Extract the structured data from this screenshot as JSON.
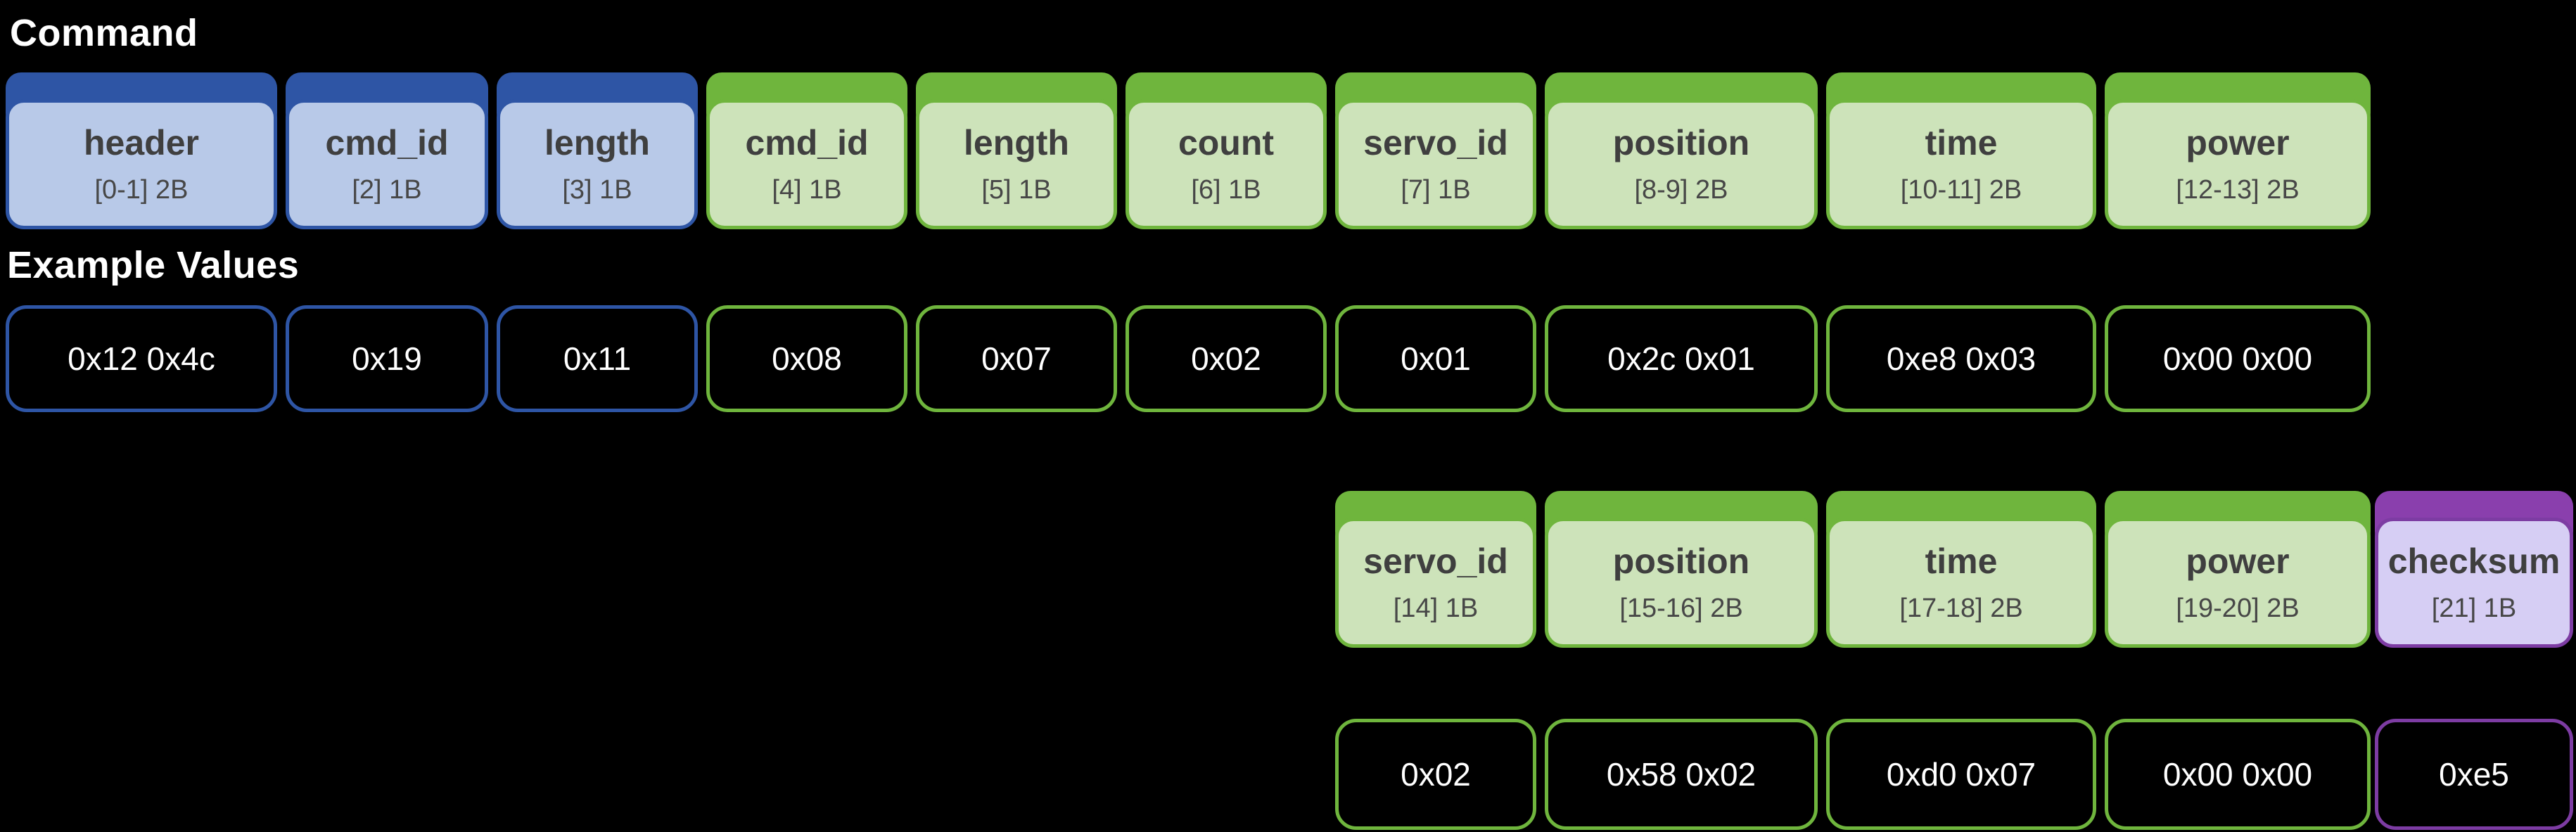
{
  "title": "Command",
  "example_values_label": "Example Values",
  "colors": {
    "background": "#000000",
    "title_text": "#ffffff",
    "field_name_text": "#3f3f3f",
    "field_meta_text": "#474747",
    "value_text": "#ffffff",
    "blue": {
      "bar": "#2e55a5",
      "body": "#b8c9e8",
      "border": "#2e55a5"
    },
    "green": {
      "bar": "#6fb53d",
      "body": "#cde3ba",
      "border": "#6fb53d"
    },
    "purple": {
      "bar": "#8a3fad",
      "body": "#d6cef4",
      "border": "#7d3ca3"
    }
  },
  "packet_row_1": {
    "fields": [
      {
        "name": "header",
        "meta": "[0-1] 2B",
        "color": "blue"
      },
      {
        "name": "cmd_id",
        "meta": "[2] 1B",
        "color": "blue"
      },
      {
        "name": "length",
        "meta": "[3] 1B",
        "color": "blue"
      },
      {
        "name": "cmd_id",
        "meta": "[4] 1B",
        "color": "green"
      },
      {
        "name": "length",
        "meta": "[5] 1B",
        "color": "green"
      },
      {
        "name": "count",
        "meta": "[6] 1B",
        "color": "green"
      },
      {
        "name": "servo_id",
        "meta": "[7] 1B",
        "color": "green"
      },
      {
        "name": "position",
        "meta": "[8-9] 2B",
        "color": "green"
      },
      {
        "name": "time",
        "meta": "[10-11] 2B",
        "color": "green"
      },
      {
        "name": "power",
        "meta": "[12-13] 2B",
        "color": "green"
      }
    ],
    "values": [
      {
        "text": "0x12 0x4c",
        "color": "blue"
      },
      {
        "text": "0x19",
        "color": "blue"
      },
      {
        "text": "0x11",
        "color": "blue"
      },
      {
        "text": "0x08",
        "color": "green"
      },
      {
        "text": "0x07",
        "color": "green"
      },
      {
        "text": "0x02",
        "color": "green"
      },
      {
        "text": "0x01",
        "color": "green"
      },
      {
        "text": "0x2c 0x01",
        "color": "green"
      },
      {
        "text": "0xe8 0x03",
        "color": "green"
      },
      {
        "text": "0x00 0x00",
        "color": "green"
      }
    ]
  },
  "packet_row_2": {
    "fields": [
      {
        "name": "servo_id",
        "meta": "[14] 1B",
        "color": "green"
      },
      {
        "name": "position",
        "meta": "[15-16] 2B",
        "color": "green"
      },
      {
        "name": "time",
        "meta": "[17-18] 2B",
        "color": "green"
      },
      {
        "name": "power",
        "meta": "[19-20] 2B",
        "color": "green"
      },
      {
        "name": "checksum",
        "meta": "[21] 1B",
        "color": "purple"
      }
    ],
    "values": [
      {
        "text": "0x02",
        "color": "green"
      },
      {
        "text": "0x58 0x02",
        "color": "green"
      },
      {
        "text": "0xd0 0x07",
        "color": "green"
      },
      {
        "text": "0x00 0x00",
        "color": "green"
      },
      {
        "text": "0xe5",
        "color": "purple"
      }
    ]
  }
}
